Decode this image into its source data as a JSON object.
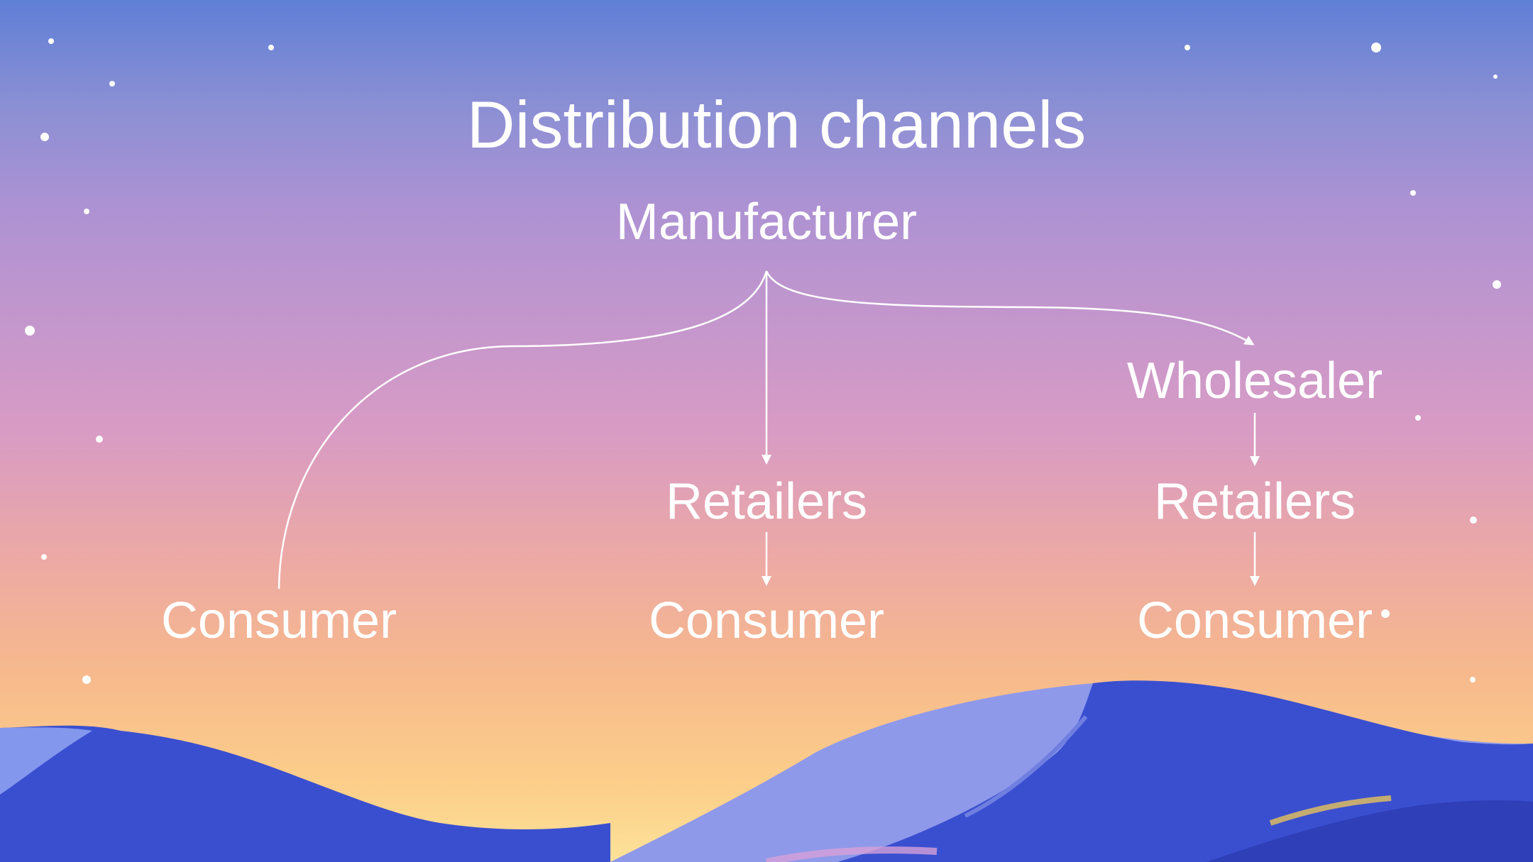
{
  "slide": {
    "title": "Distribution channels"
  },
  "diagram": {
    "nodes": {
      "manufacturer": "Manufacturer",
      "wholesaler": "Wholesaler",
      "retailers_mid": "Retailers",
      "retailers_right": "Retailers",
      "consumer_left": "Consumer",
      "consumer_mid": "Consumer",
      "consumer_right": "Consumer"
    },
    "edges": [
      {
        "from": "manufacturer",
        "to": "consumer_left",
        "arrow": false
      },
      {
        "from": "manufacturer",
        "to": "retailers_mid",
        "arrow": true
      },
      {
        "from": "manufacturer",
        "to": "wholesaler",
        "arrow": true
      },
      {
        "from": "wholesaler",
        "to": "retailers_right",
        "arrow": true
      },
      {
        "from": "retailers_mid",
        "to": "consumer_mid",
        "arrow": true
      },
      {
        "from": "retailers_right",
        "to": "consumer_right",
        "arrow": true
      }
    ]
  },
  "colors": {
    "text": "#ffffff",
    "mountain_dark": "#3a4fd0",
    "mountain_light": "#8f99ea"
  }
}
